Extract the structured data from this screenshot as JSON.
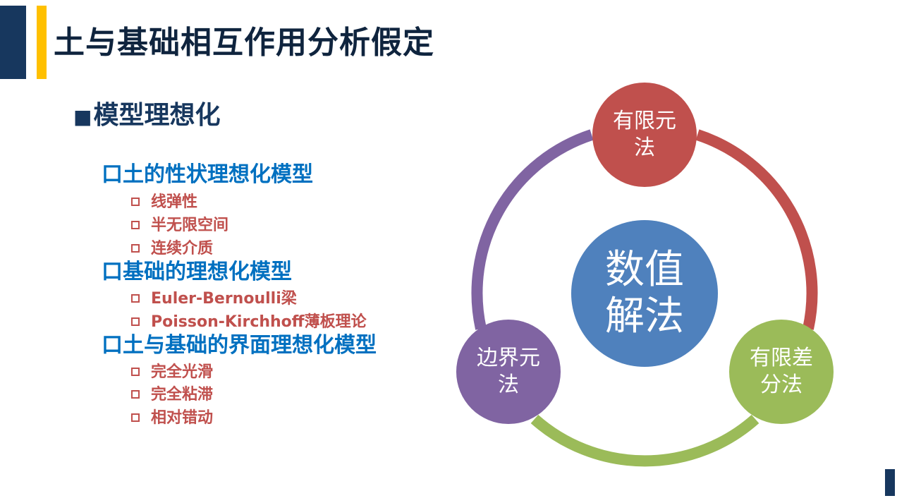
{
  "slide": {
    "title": "土与基础相互作用分析假定",
    "main_heading_marker": "■",
    "main_heading": "模型理想化"
  },
  "sections": [
    {
      "title": "口土的性状理想化模型",
      "items": [
        "线弹性",
        "半无限空间",
        "连续介质"
      ]
    },
    {
      "title": "口基础的理想化模型",
      "items": [
        "Euler-Bernoulli梁",
        "Poisson-Kirchhoff薄板理论"
      ]
    },
    {
      "title": "口土与基础的界面理想化模型",
      "items": [
        "完全光滑",
        "完全粘滞",
        "相对错动"
      ]
    }
  ],
  "diagram": {
    "center": {
      "line1": "数值",
      "line2": "解法",
      "color": "#4f81bd"
    },
    "nodes": [
      {
        "line1": "有限元",
        "line2": "法",
        "color": "#c0504d"
      },
      {
        "line1": "有限差",
        "line2": "分法",
        "color": "#9bbb59"
      },
      {
        "line1": "边界元",
        "line2": "法",
        "color": "#8064a2"
      }
    ]
  }
}
